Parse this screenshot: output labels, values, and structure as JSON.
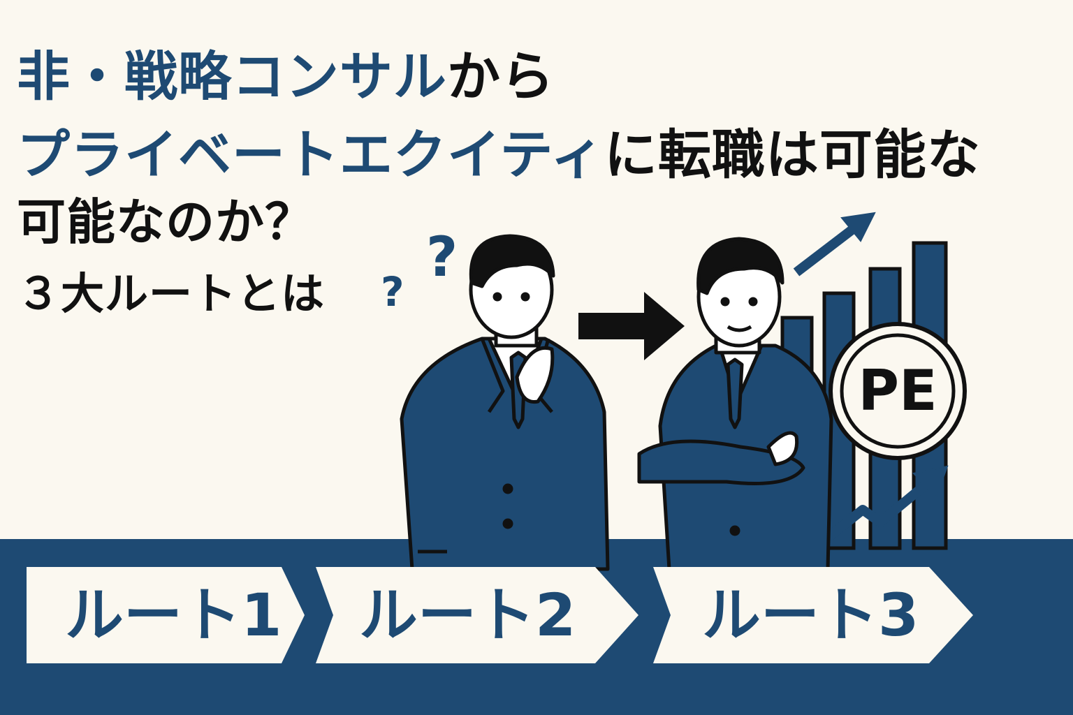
{
  "title": {
    "line1_blue": "非・戦略コンサル",
    "line1_black": "から",
    "line2_blue": "プライベートエクイティ",
    "line2_black": "に転職は可能な",
    "line3": "可能なのか？",
    "line4": "３大ルートとは"
  },
  "badge": {
    "label": "PE"
  },
  "routes": [
    {
      "label": "ルート1"
    },
    {
      "label": "ルート2"
    },
    {
      "label": "ルート3"
    }
  ],
  "colors": {
    "navy": "#1e4a73",
    "cream": "#fbf8f0",
    "ink": "#111111"
  },
  "icons": [
    "question-mark-icon",
    "right-arrow-icon",
    "growth-arrow-icon",
    "bar-chart-icon",
    "pe-coin-icon"
  ]
}
